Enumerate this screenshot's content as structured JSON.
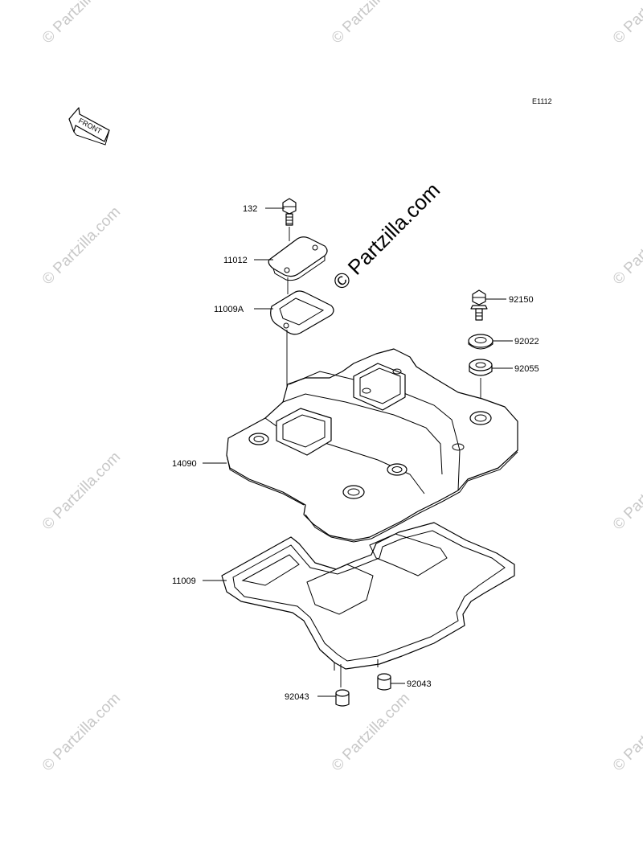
{
  "diagram_code": "E1112",
  "front_label": "FRONT",
  "watermark": "© Partzilla.com",
  "parts": [
    {
      "id": "p132",
      "label": "132"
    },
    {
      "id": "p11012",
      "label": "11012"
    },
    {
      "id": "p11009A",
      "label": "11009A"
    },
    {
      "id": "p92150",
      "label": "92150"
    },
    {
      "id": "p92022",
      "label": "92022"
    },
    {
      "id": "p92055",
      "label": "92055"
    },
    {
      "id": "p14090",
      "label": "14090"
    },
    {
      "id": "p11009",
      "label": "11009"
    },
    {
      "id": "p92043a",
      "label": "92043"
    },
    {
      "id": "p92043b",
      "label": "92043"
    }
  ]
}
